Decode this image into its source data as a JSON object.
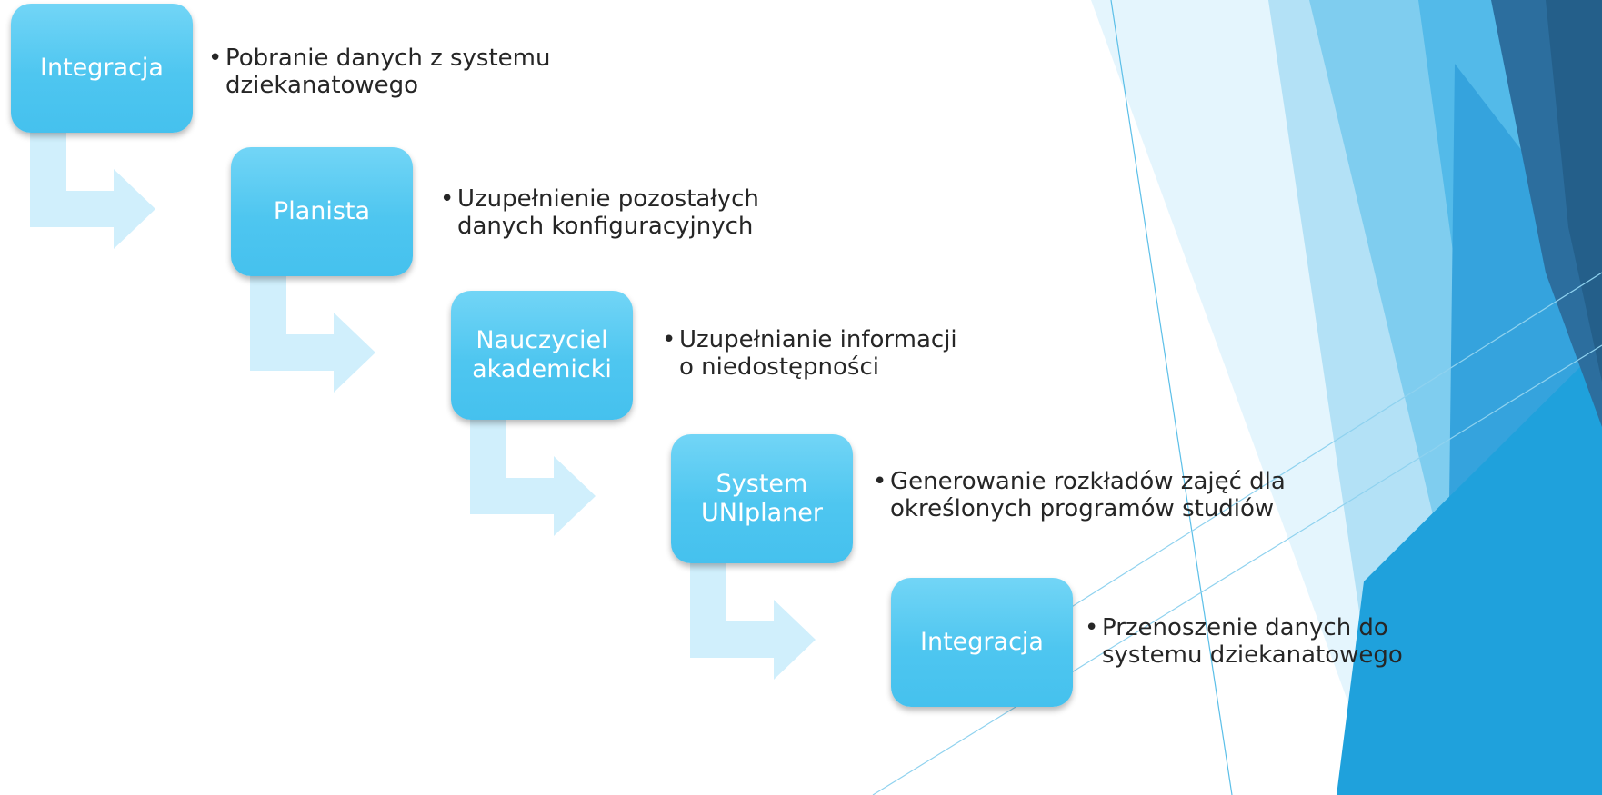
{
  "diagram": {
    "steps": [
      {
        "label": "Integracja",
        "description": "Pobranie danych z systemu\ndziekanatowego"
      },
      {
        "label": "Planista",
        "description": "Uzupełnienie pozostałych\ndanych konfiguracyjnych"
      },
      {
        "label": "Nauczyciel\nakademicki",
        "description": "Uzupełnianie informacji\no niedostępności"
      },
      {
        "label": "System\nUNIplaner",
        "description": "Generowanie rozkładów zajęć dla\nokreślonych programów studiów"
      },
      {
        "label": "Integracja",
        "description": "Przenoszenie danych do\nsystemu dziekanatowego"
      }
    ],
    "bullet": "•",
    "colors": {
      "box_fill_top": "#72d5f6",
      "box_fill_bottom": "#45c1ee",
      "box_text": "#ffffff",
      "arrow_fill": "#d0effc",
      "description_text": "#262626",
      "decor_dark_blue": "#2c6e9e",
      "decor_blue": "#35a3dd",
      "decor_light_blue": "#b3e1f6"
    }
  }
}
